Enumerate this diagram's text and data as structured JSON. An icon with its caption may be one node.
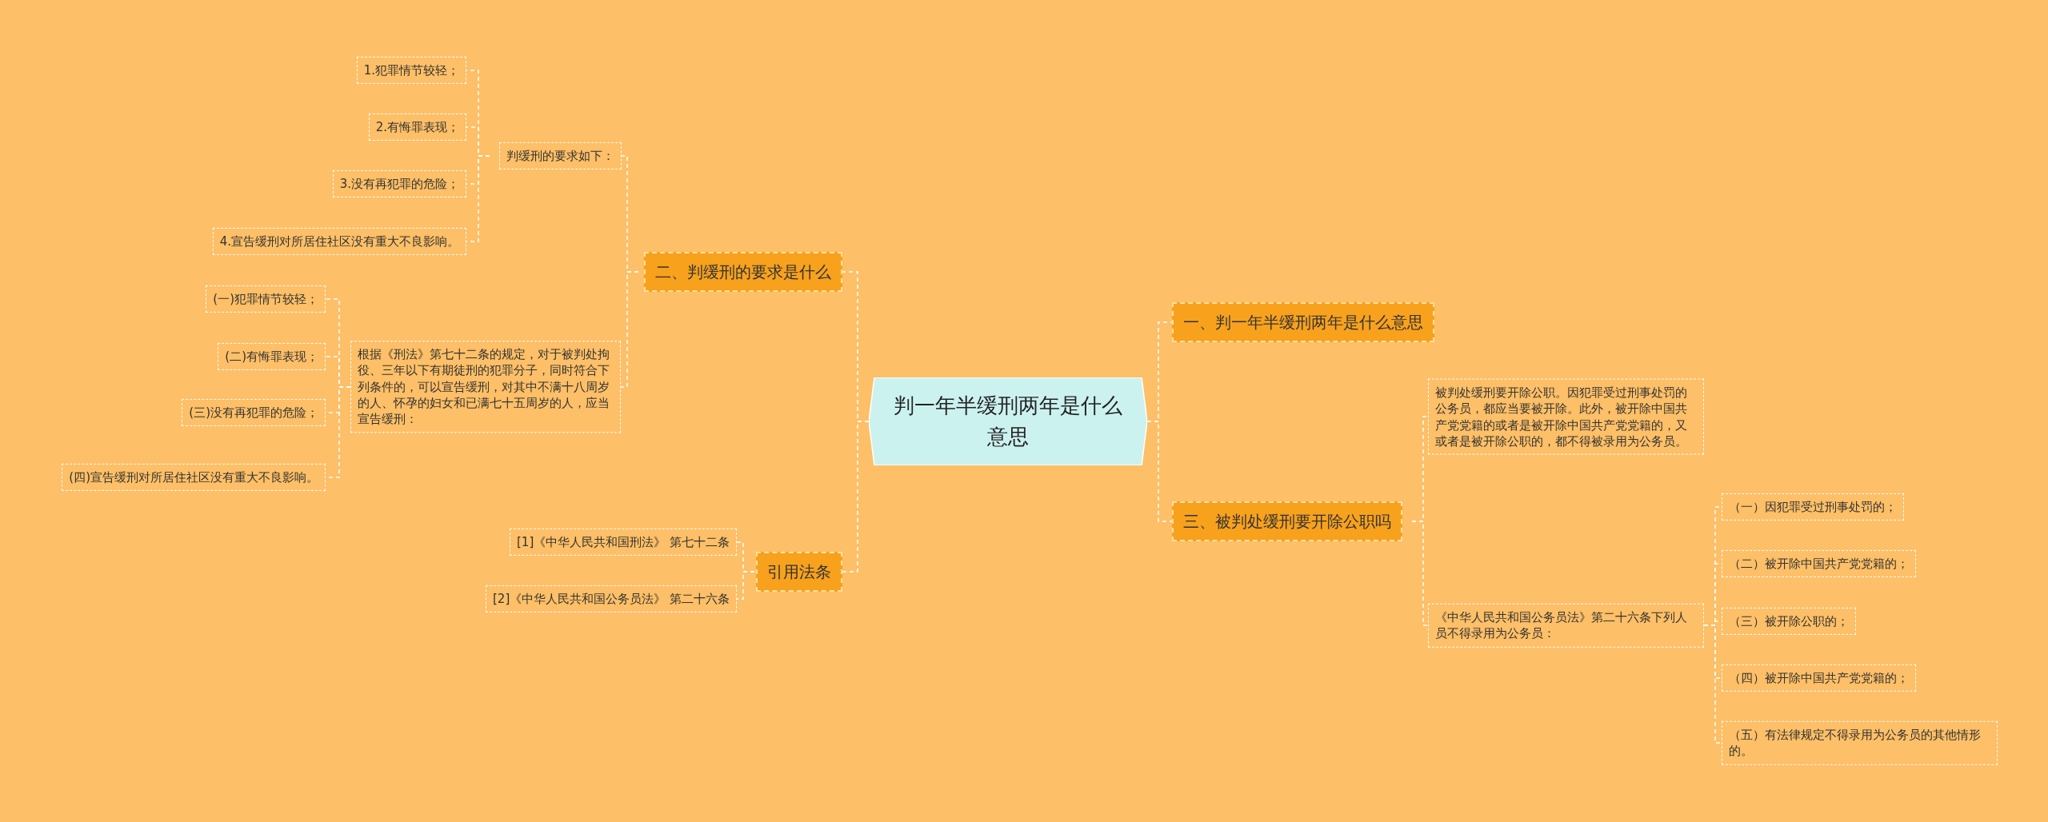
{
  "diagram": {
    "nodes": [
      {
        "text": [
          "判一年半缓刑两年是什么意思"
        ]
      },
      {
        "text": [
          "一、判一年半缓刑两年是什么意思"
        ]
      },
      {
        "text": [
          "三、被判处缓刑要开除公职吗"
        ]
      },
      {
        "text": [
          "被判处缓刑要开除公职。因犯罪受过刑事处罚的公务员，都应当要被开除。此外，被开除中国共产党党籍的或者是被开除中国共产党党籍的，又或者是被开除公职的，都不得被录用为公务员。"
        ]
      },
      {
        "text": [
          "《中华人民共和国公务员法》第二十六条下列人员不得录用为公务员："
        ]
      },
      {
        "text": [
          "（一）因犯罪受过刑事处罚的；"
        ]
      },
      {
        "text": [
          "（二）被开除中国共产党党籍的；"
        ]
      },
      {
        "text": [
          "（三）被开除公职的；"
        ]
      },
      {
        "text": [
          "（四）被开除中国共产党党籍的；"
        ]
      },
      {
        "text": [
          "（五）有法律规定不得录用为公务员的其他情形的。"
        ]
      },
      {
        "text": [
          "二、判缓刑的要求是什么"
        ]
      },
      {
        "text": [
          "判缓刑的要求如下："
        ]
      },
      {
        "text": [
          "1.犯罪情节较轻；"
        ]
      },
      {
        "text": [
          "2.有悔罪表现；"
        ]
      },
      {
        "text": [
          "3.没有再犯罪的危险；"
        ]
      },
      {
        "text": [
          "4.宣告缓刑对所居住社区没有重大不良影响。"
        ]
      },
      {
        "text": [
          "根据《刑法》第七十二条的规定，对于被判处拘役、三年以下有期徒刑的犯罪分子，同时符合下列条件的，可以宣告缓刑，对其中不满十八周岁的人、怀孕的妇女和已满七十五周岁的人，应当宣告缓刑："
        ]
      },
      {
        "text": [
          "(一)犯罪情节较轻；"
        ]
      },
      {
        "text": [
          "(二)有悔罪表现；"
        ]
      },
      {
        "text": [
          "(三)没有再犯罪的危险；"
        ]
      },
      {
        "text": [
          "(四)宣告缓刑对所居住社区没有重大不良影响。"
        ]
      },
      {
        "text": [
          "引用法条"
        ]
      },
      {
        "text": [
          "[1]《中华人民共和国刑法》 第七十二条"
        ]
      },
      {
        "text": [
          "[2]《中华人民共和国公务员法》 第二十六条"
        ]
      }
    ],
    "edges": [
      {
        "from": 0,
        "to": 1,
        "arrow": "none"
      },
      {
        "from": 0,
        "to": 2,
        "arrow": "none"
      },
      {
        "from": 2,
        "to": 3,
        "arrow": "none"
      },
      {
        "from": 2,
        "to": 4,
        "arrow": "none"
      },
      {
        "from": 4,
        "to": 5,
        "arrow": "none"
      },
      {
        "from": 4,
        "to": 6,
        "arrow": "none"
      },
      {
        "from": 4,
        "to": 7,
        "arrow": "none"
      },
      {
        "from": 4,
        "to": 8,
        "arrow": "none"
      },
      {
        "from": 4,
        "to": 9,
        "arrow": "none"
      },
      {
        "from": 0,
        "to": 10,
        "arrow": "none"
      },
      {
        "from": 10,
        "to": 11,
        "arrow": "none"
      },
      {
        "from": 10,
        "to": 16,
        "arrow": "none"
      },
      {
        "from": 11,
        "to": 12,
        "arrow": "none"
      },
      {
        "from": 11,
        "to": 13,
        "arrow": "none"
      },
      {
        "from": 11,
        "to": 14,
        "arrow": "none"
      },
      {
        "from": 11,
        "to": 15,
        "arrow": "none"
      },
      {
        "from": 16,
        "to": 17,
        "arrow": "none"
      },
      {
        "from": 16,
        "to": 18,
        "arrow": "none"
      },
      {
        "from": 16,
        "to": 19,
        "arrow": "none"
      },
      {
        "from": 16,
        "to": 20,
        "arrow": "none"
      },
      {
        "from": 0,
        "to": 21,
        "arrow": "none"
      },
      {
        "from": 21,
        "to": 22,
        "arrow": "none"
      },
      {
        "from": 21,
        "to": 23,
        "arrow": "none"
      }
    ]
  }
}
